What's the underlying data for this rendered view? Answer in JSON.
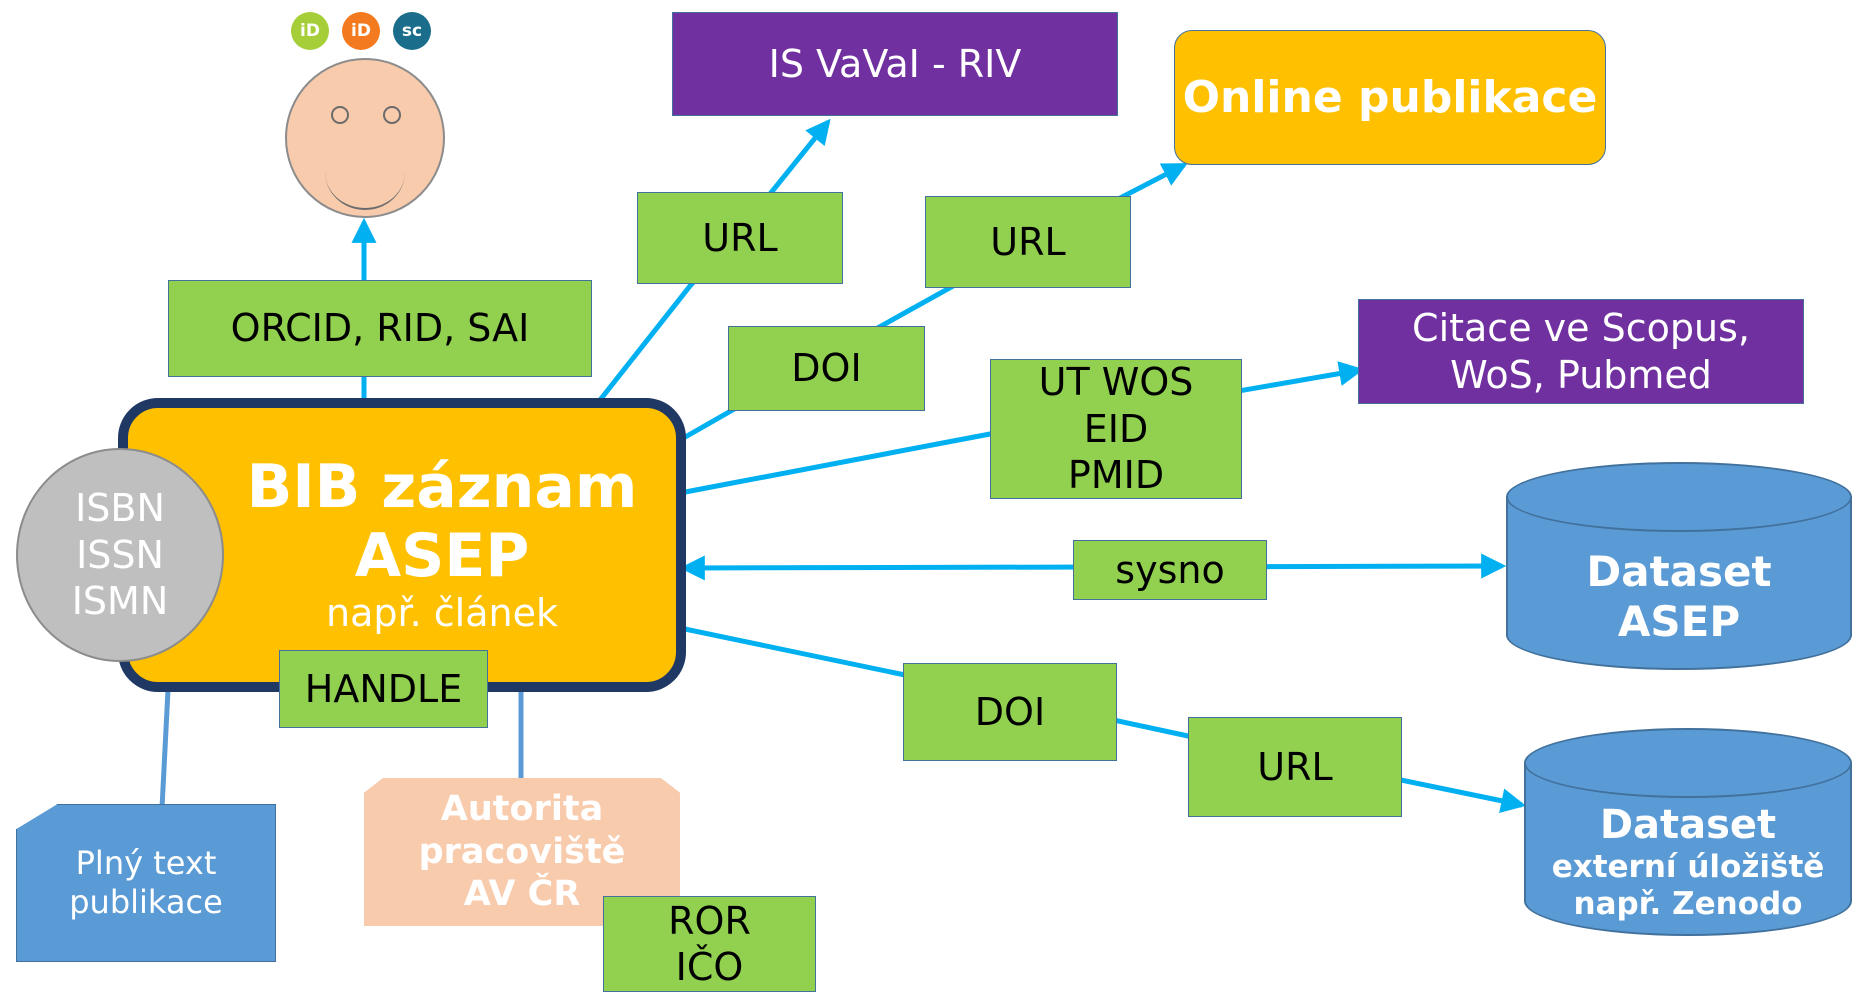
{
  "colors": {
    "arrow": "#00b0f0",
    "line": "#5b9bd5",
    "label_box": "#92d050",
    "system_box": "#7030a0",
    "record_box": "#ffc000",
    "record_border": "#1f3864",
    "dataset": "#5b9bd5",
    "author_face": "#f8cbad",
    "identifier_circle": "#bfbfbf"
  },
  "author": {
    "badges": [
      {
        "icon": "orcid-icon",
        "text": "iD",
        "color": "#a6ce39"
      },
      {
        "icon": "researcherid-icon",
        "text": "iD",
        "color": "#f47a20"
      },
      {
        "icon": "scopus-icon",
        "text": "sc",
        "color": "#1a6e8c"
      }
    ],
    "icon": "smiley-face-icon"
  },
  "center": {
    "title": "BIB záznam",
    "subtitle": "ASEP",
    "note": "např. článek"
  },
  "identifiers": [
    "ISBN",
    "ISSN",
    "ISMN"
  ],
  "targets": {
    "riv": "IS VaVaI - RIV",
    "online": "Online publikace",
    "citations": [
      "Citace ve Scopus,",
      "WoS, Pubmed"
    ],
    "dataset_asep": [
      "Dataset",
      "ASEP"
    ],
    "dataset_external": [
      "Dataset",
      "externí úložiště",
      "např. Zenodo"
    ],
    "fulltext": [
      "Plný text",
      "publikace"
    ],
    "authority": [
      "Autorita",
      "pracoviště",
      "AV ČR"
    ]
  },
  "labels": {
    "author_ids": "ORCID, RID, SAI",
    "url_riv": "URL",
    "doi_online": "DOI",
    "url_online": "URL",
    "citation_ids": [
      "UT WOS",
      "EID",
      "PMID"
    ],
    "sysno": "sysno",
    "doi_dataset": "DOI",
    "url_dataset": "URL",
    "handle": "HANDLE",
    "ror": [
      "ROR",
      "IČO"
    ]
  }
}
